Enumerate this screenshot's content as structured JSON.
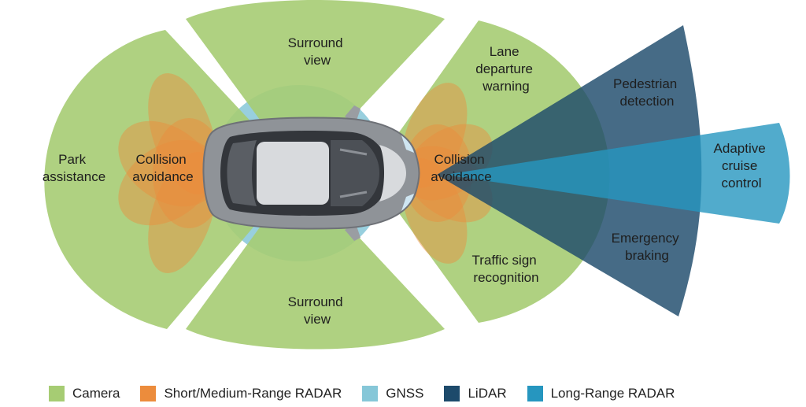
{
  "colors": {
    "camera": "#a6cc73",
    "radar_short": "#ec8c3c",
    "gnss": "#86c7d8",
    "lidar": "#1d4a6b",
    "radar_long": "#2696bf"
  },
  "zones": {
    "surround_view_top": [
      "Surround",
      "view"
    ],
    "surround_view_bottom": [
      "Surround",
      "view"
    ],
    "park_assistance": [
      "Park",
      "assistance"
    ],
    "collision_avoidance_rear": [
      "Collision",
      "avoidance"
    ],
    "collision_avoidance_front": [
      "Collision",
      "avoidance"
    ],
    "lane_departure": [
      "Lane",
      "departure",
      "warning"
    ],
    "traffic_sign": [
      "Traffic sign",
      "recognition"
    ],
    "pedestrian_detection": [
      "Pedestrian",
      "detection"
    ],
    "emergency_braking": [
      "Emergency",
      "braking"
    ],
    "adaptive_cruise": [
      "Adaptive",
      "cruise",
      "control"
    ]
  },
  "legend": [
    {
      "label": "Camera",
      "color": "#a6cc73"
    },
    {
      "label": "Short/Medium-Range RADAR",
      "color": "#ec8c3c"
    },
    {
      "label": "GNSS",
      "color": "#86c7d8"
    },
    {
      "label": "LiDAR",
      "color": "#1d4a6b"
    },
    {
      "label": "Long-Range RADAR",
      "color": "#2696bf"
    }
  ]
}
